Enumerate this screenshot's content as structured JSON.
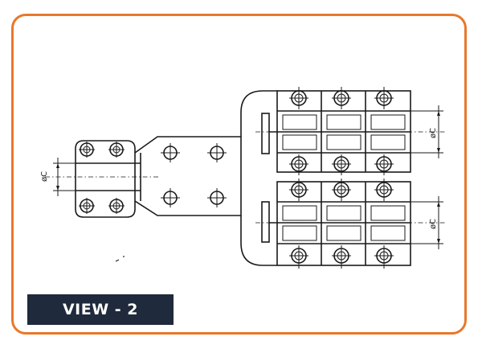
{
  "view_label": "VIEW - 2",
  "dimension_labels": {
    "left_diameter": "øC",
    "right_upper_diameter": "øC",
    "right_lower_diameter": "øC"
  },
  "colors": {
    "frame_border": "#e8782a",
    "label_background": "#1f2a3c",
    "label_text": "#ffffff",
    "line": "#1a1a1a"
  }
}
